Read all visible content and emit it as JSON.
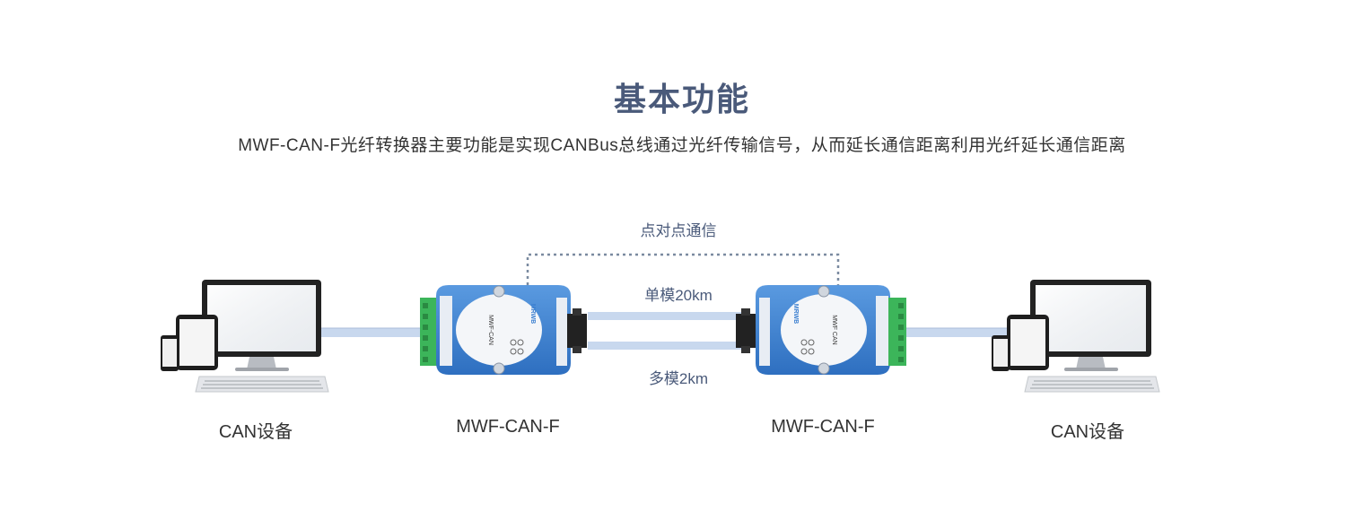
{
  "header": {
    "title": "基本功能",
    "subtitle": "MWF-CAN-F光纤转换器主要功能是实现CANBus总线通过光纤传输信号，从而延长通信距离利用光纤延长通信距离"
  },
  "diagram": {
    "link_label": "点对点通信",
    "single_mode_label": "单模20km",
    "multi_mode_label": "多模2km",
    "left_device_label": "CAN设备",
    "left_converter_label": "MWF-CAN-F",
    "right_converter_label": "MWF-CAN-F",
    "right_device_label": "CAN设备",
    "left_converter_print": "MWF-CAN",
    "left_converter_brand": "MRWB",
    "right_converter_print": "MWF CAN",
    "right_converter_brand": "MRWB",
    "colors": {
      "cable": "#c8d8ee",
      "converter_body": "#3b7fd0",
      "terminal": "#3cb55a",
      "dotted_line": "#7a8aa0"
    }
  }
}
